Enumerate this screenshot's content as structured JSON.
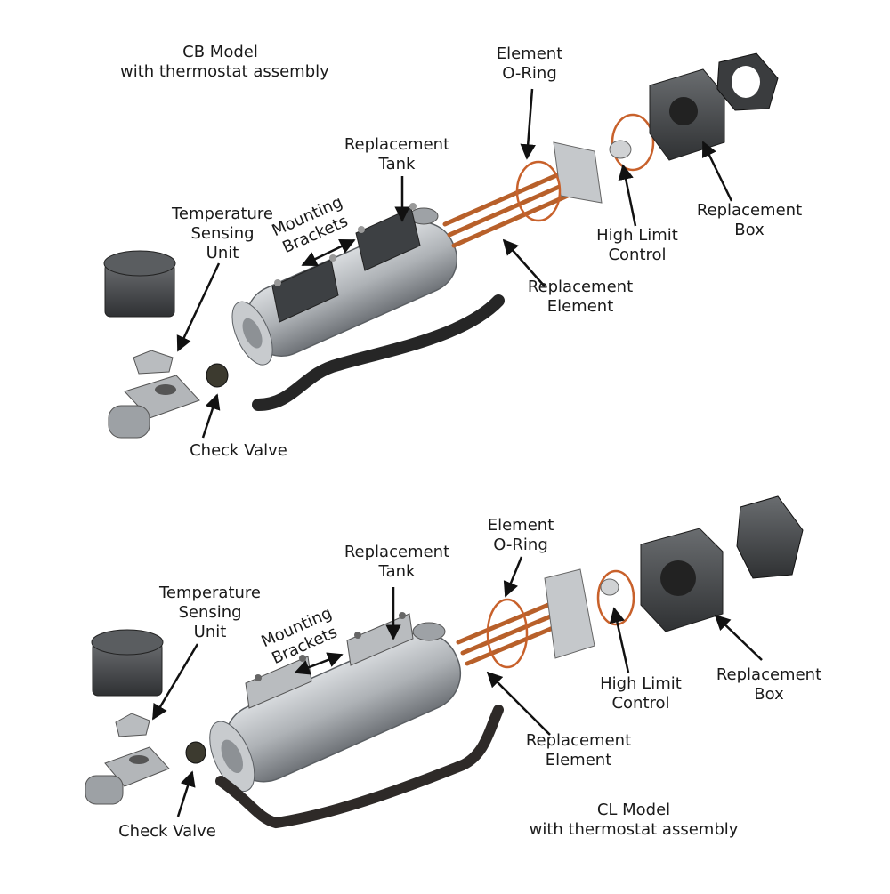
{
  "colors": {
    "copper": "#b8602a",
    "steel": "#a9adb1",
    "dark_part": "#4a4d50",
    "hose": "#2b2b2b",
    "arrow": "#111111",
    "text": "#1a1a1a"
  },
  "top": {
    "model_title": "CB Model",
    "model_subtitle": "with thermostat assembly",
    "labels": {
      "element_oring": [
        "Element",
        "O-Ring"
      ],
      "replacement_tank": [
        "Replacement",
        "Tank"
      ],
      "temperature_sensing_unit": [
        "Temperature",
        "Sensing",
        "Unit"
      ],
      "mounting_brackets": [
        "Mounting",
        "Brackets"
      ],
      "high_limit_control": [
        "High Limit",
        "Control"
      ],
      "replacement_box": [
        "Replacement",
        "Box"
      ],
      "replacement_element": [
        "Replacement",
        "Element"
      ],
      "check_valve": [
        "Check Valve"
      ]
    }
  },
  "bottom": {
    "model_title": "CL Model",
    "model_subtitle": "with thermostat assembly",
    "labels": {
      "element_oring": [
        "Element",
        "O-Ring"
      ],
      "replacement_tank": [
        "Replacement",
        "Tank"
      ],
      "temperature_sensing_unit": [
        "Temperature",
        "Sensing",
        "Unit"
      ],
      "mounting_brackets": [
        "Mounting",
        "Brackets"
      ],
      "high_limit_control": [
        "High Limit",
        "Control"
      ],
      "replacement_box": [
        "Replacement",
        "Box"
      ],
      "replacement_element": [
        "Replacement",
        "Element"
      ],
      "check_valve": [
        "Check Valve"
      ]
    }
  }
}
